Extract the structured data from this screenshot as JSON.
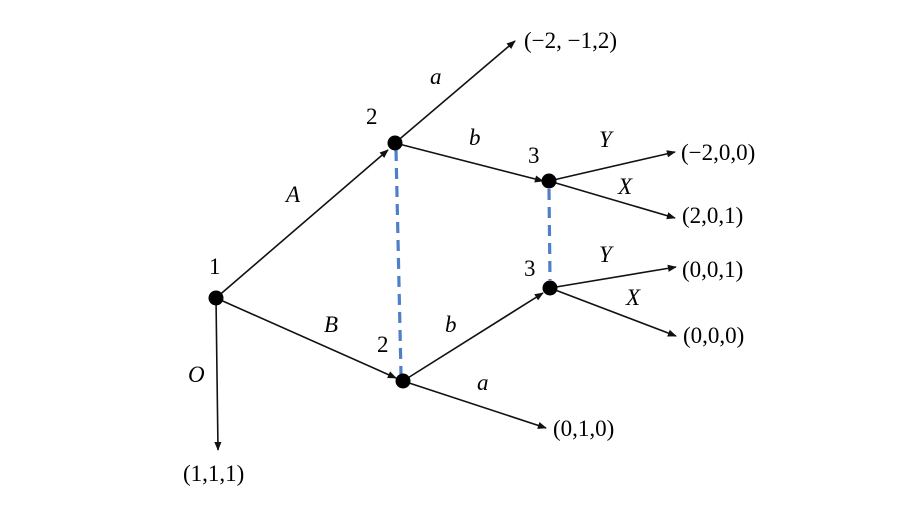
{
  "game_tree": {
    "colors": {
      "edges": "#111111",
      "nodes": "#000000",
      "information_set_link": "#4f7fc8"
    },
    "nodes": {
      "root": {
        "player": "1"
      },
      "after_A": {
        "player": "2"
      },
      "after_B": {
        "player": "2"
      },
      "after_A_b": {
        "player": "3"
      },
      "after_B_b": {
        "player": "3"
      }
    },
    "actions": {
      "root_A": "A",
      "root_B": "B",
      "root_O": "O",
      "after_A_a": "a",
      "after_A_b": "b",
      "after_B_b": "b",
      "after_B_a": "a",
      "upper3_Y": "Y",
      "upper3_X": "X",
      "lower3_Y": "Y",
      "lower3_X": "X"
    },
    "payoffs": {
      "O": "(1,1,1)",
      "A_a": "(−2, −1,2)",
      "A_b_Y": "(−2,0,0)",
      "A_b_X": "(2,0,1)",
      "B_b_Y": "(0,0,1)",
      "B_b_X": "(0,0,0)",
      "B_a": "(0,1,0)"
    }
  }
}
